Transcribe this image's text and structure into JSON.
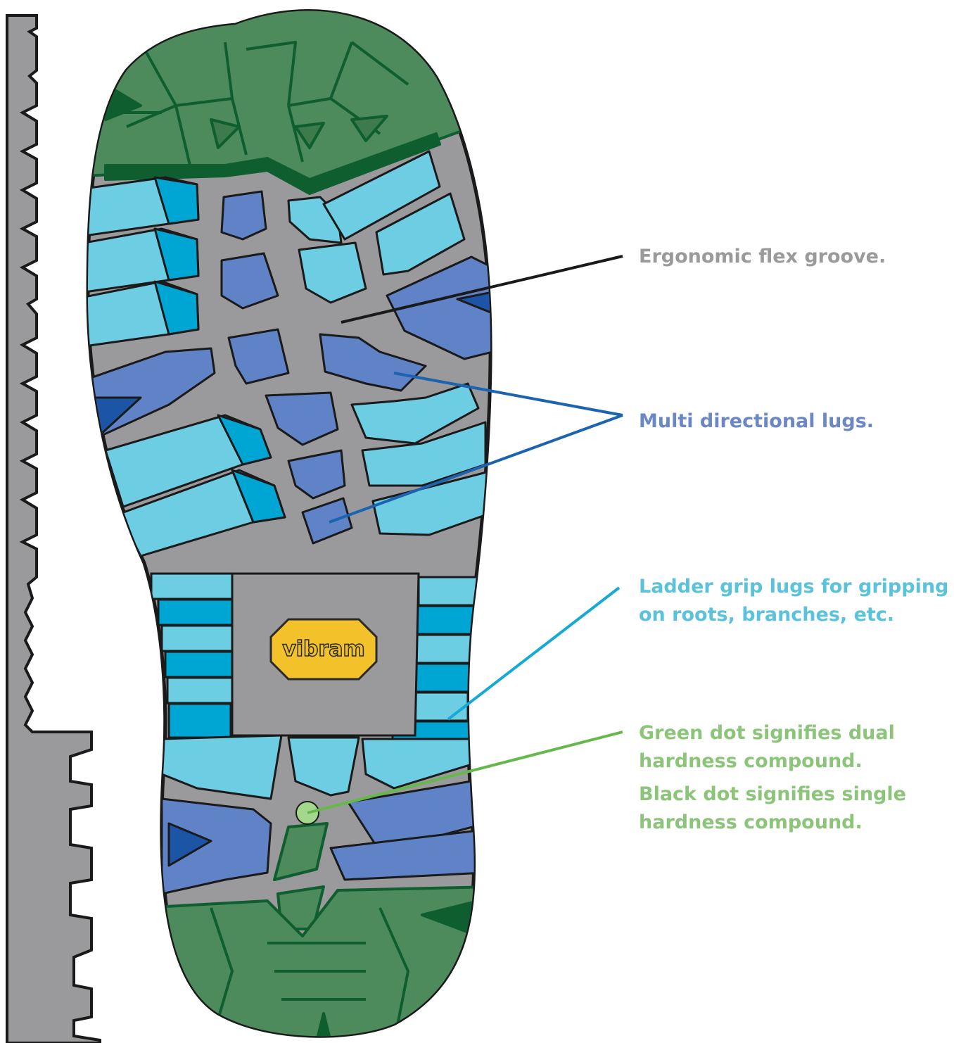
{
  "callouts": {
    "flex_groove": {
      "text": "Ergonomic flex groove.",
      "color": "#9a9a9a"
    },
    "multi_lugs": {
      "text": "Multi directional lugs.",
      "color": "#6b87c4"
    },
    "ladder_lugs": {
      "line1": "Ladder grip lugs for gripping",
      "line2": "on roots, branches, etc.",
      "color": "#5bc2dc"
    },
    "dot_note": {
      "line1": "Green dot signifies dual",
      "line2": "hardness compound.",
      "line3": "Black dot signifies single",
      "line4": "hardness compound.",
      "color": "#8cc57a"
    }
  },
  "logo": {
    "text": "vibram"
  },
  "colors": {
    "sole_base": "#9a9a9c",
    "green_lug": "#4d8a5c",
    "green_dark": "#0e5e2f",
    "light_blue_lug": "#6dcde3",
    "mid_blue": "#00a6d3",
    "dark_blue_lug": "#5f83c6",
    "navy_edge": "#1c55a6",
    "logo_yellow": "#f3c22a",
    "dot_green": "#a3d88c",
    "leader_black": "#1a1a1a",
    "leader_blue": "#1c63b0",
    "leader_cyan": "#16a9d6",
    "leader_green": "#64b94a"
  }
}
